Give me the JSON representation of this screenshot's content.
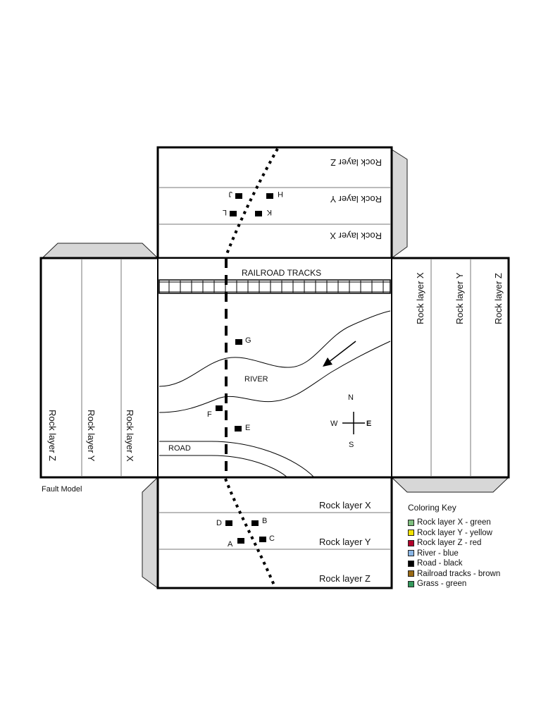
{
  "model_caption": "Fault Model",
  "top_flap": {
    "layer_labels": [
      "Rock layer Z",
      "Rock layer Y",
      "Rock layer X"
    ],
    "points": [
      "J",
      "H",
      "L",
      "K"
    ]
  },
  "left_flap": {
    "layer_labels": [
      "Rock layer Z",
      "Rock layer Y",
      "Rock layer X"
    ]
  },
  "right_flap": {
    "layer_labels": [
      "Rock layer X",
      "Rock layer Y",
      "Rock layer Z"
    ]
  },
  "map": {
    "railroad_label": "RAILROAD TRACKS",
    "river_label": "RIVER",
    "road_label": "ROAD",
    "points": [
      "G",
      "F",
      "E"
    ],
    "compass": {
      "north": "N",
      "south": "S",
      "east": "E",
      "west": "W"
    }
  },
  "bottom_flap": {
    "layer_labels": [
      "Rock layer X",
      "Rock layer Y",
      "Rock layer Z"
    ],
    "points": [
      "D",
      "B",
      "A",
      "C"
    ]
  },
  "coloring_key": {
    "title": "Coloring Key",
    "items": [
      {
        "label": "Rock layer X - green",
        "color": "#7fbf7f"
      },
      {
        "label": "Rock layer Y - yellow",
        "color": "#f2e200"
      },
      {
        "label": "Rock layer Z - red",
        "color": "#b3002a"
      },
      {
        "label": "River - blue",
        "color": "#8ab6e6"
      },
      {
        "label": "Road - black",
        "color": "#000000"
      },
      {
        "label": "Railroad tracks - brown",
        "color": "#9a6a14"
      },
      {
        "label": "Grass - green",
        "color": "#33995c"
      }
    ]
  }
}
